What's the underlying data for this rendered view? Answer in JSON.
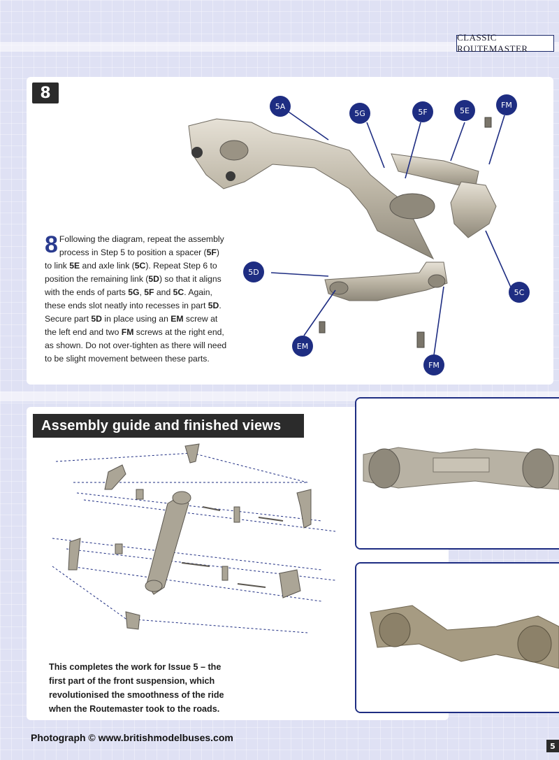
{
  "header": {
    "brand": "CLASSIC ROUTEMASTER"
  },
  "step": {
    "number": "8",
    "dropcap": "8",
    "text_parts": [
      "Following the diagram, repeat the assembly process in Step 5 to position a spacer (",
      "5F",
      ") to link ",
      "5E",
      " and axle link (",
      "5C",
      "). Repeat Step 6 to position the remaining link (",
      "5D",
      ") so that it aligns with the ends of parts ",
      "5G",
      ", ",
      "5F",
      " and ",
      "5C",
      ". Again, these ends slot neatly into recesses in part ",
      "5D",
      ". Secure part ",
      "5D",
      " in place using an ",
      "EM",
      " screw at the left end and two ",
      "FM",
      " screws at the right end, as shown. Do not over-tighten as there will need to be slight movement between these parts."
    ],
    "callouts": [
      "5A",
      "5G",
      "5F",
      "5E",
      "FM",
      "5D",
      "5C",
      "EM",
      "FM"
    ]
  },
  "assembly": {
    "title": "Assembly guide and finished views",
    "summary": "This completes the work for Issue 5 – the first part of the front suspension, which revolutionised the smoothness of the ride when the Routemaster took to the roads."
  },
  "footer": {
    "credit": "Photograph © www.britishmodelbuses.com",
    "page": "5"
  }
}
